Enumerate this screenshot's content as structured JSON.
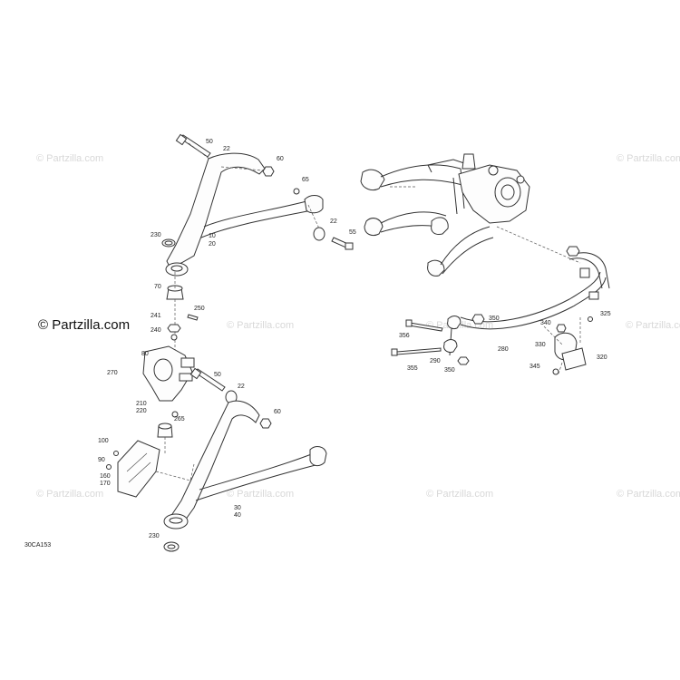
{
  "diagram": {
    "drawing_code": "30CA153",
    "watermark_text": "© Partzilla.com",
    "callouts": [
      {
        "id": "c50a",
        "text": "50"
      },
      {
        "id": "c22a",
        "text": "22"
      },
      {
        "id": "c60a",
        "text": "60"
      },
      {
        "id": "c65",
        "text": "65"
      },
      {
        "id": "c22b",
        "text": "22"
      },
      {
        "id": "c55",
        "text": "55"
      },
      {
        "id": "c10",
        "text": "10"
      },
      {
        "id": "c20",
        "text": "20"
      },
      {
        "id": "c230a",
        "text": "230"
      },
      {
        "id": "c70",
        "text": "70"
      },
      {
        "id": "c250",
        "text": "250"
      },
      {
        "id": "c241",
        "text": "241"
      },
      {
        "id": "c240",
        "text": "240"
      },
      {
        "id": "c270",
        "text": "270"
      },
      {
        "id": "c80",
        "text": "80"
      },
      {
        "id": "c210",
        "text": "210"
      },
      {
        "id": "c220",
        "text": "220"
      },
      {
        "id": "c265",
        "text": "265"
      },
      {
        "id": "c50b",
        "text": "50"
      },
      {
        "id": "c22c",
        "text": "22"
      },
      {
        "id": "c60b",
        "text": "60"
      },
      {
        "id": "c100",
        "text": "100"
      },
      {
        "id": "c90",
        "text": "90"
      },
      {
        "id": "c160",
        "text": "160"
      },
      {
        "id": "c170",
        "text": "170"
      },
      {
        "id": "c30",
        "text": "30"
      },
      {
        "id": "c40",
        "text": "40"
      },
      {
        "id": "c230b",
        "text": "230"
      },
      {
        "id": "c350a",
        "text": "350"
      },
      {
        "id": "c356",
        "text": "356"
      },
      {
        "id": "c280",
        "text": "280"
      },
      {
        "id": "c340",
        "text": "340"
      },
      {
        "id": "c325",
        "text": "325"
      },
      {
        "id": "c330",
        "text": "330"
      },
      {
        "id": "c290",
        "text": "290"
      },
      {
        "id": "c350b",
        "text": "350"
      },
      {
        "id": "c355",
        "text": "355"
      },
      {
        "id": "c345",
        "text": "345"
      },
      {
        "id": "c320",
        "text": "320"
      }
    ]
  }
}
